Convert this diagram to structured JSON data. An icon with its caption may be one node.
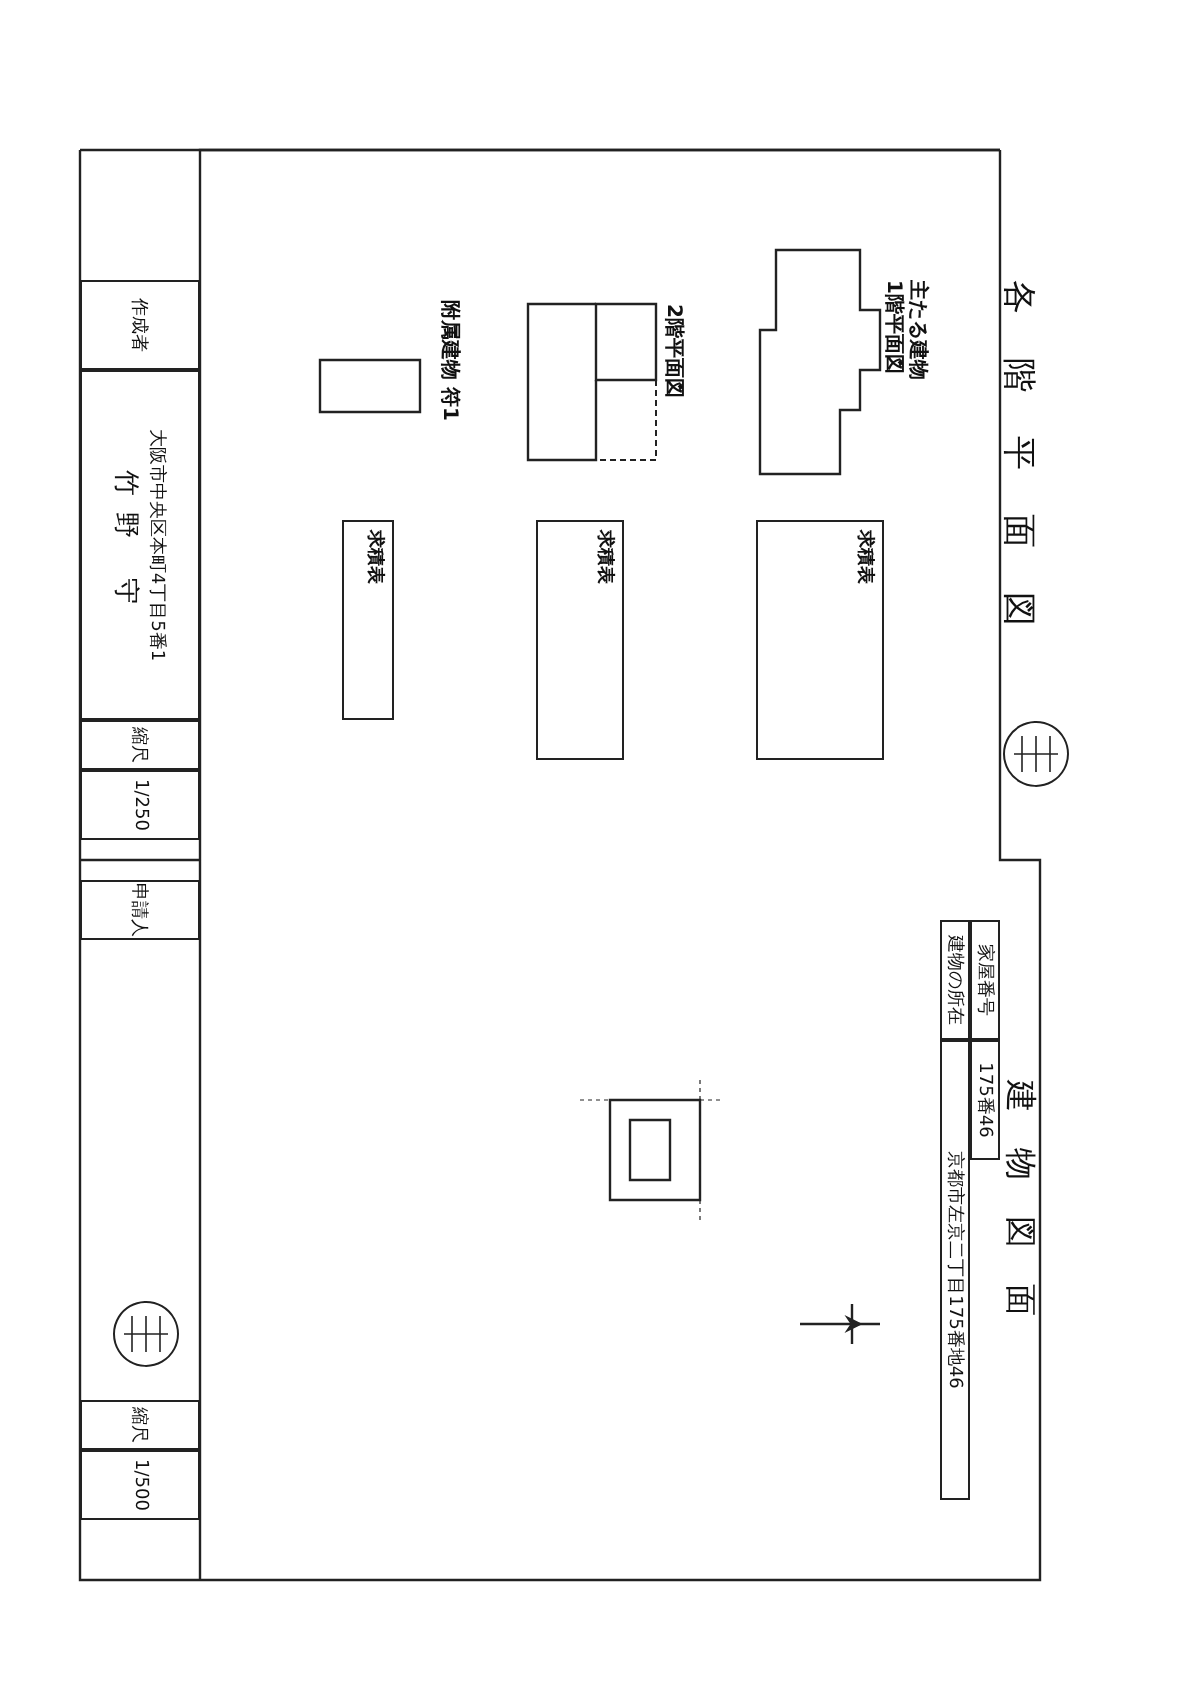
{
  "diagram": {
    "title": "各階平面図",
    "nodes": [
      {
        "text": [
          "家屋番号"
        ]
      },
      {
        "text": [
          "175番46"
        ]
      },
      {
        "text": [
          "建物の所在"
        ]
      },
      {
        "text": [
          "京都市左京二丁目175番地46"
        ]
      },
      {
        "text": [
          "作成者"
        ]
      },
      {
        "text": [
          "大阪市中央区本町4丁目5番1",
          "竹野 守"
        ]
      },
      {
        "text": [
          "縮尺"
        ]
      },
      {
        "text": [
          "1/250"
        ]
      },
      {
        "text": [
          "申請人"
        ]
      },
      {
        "text": [
          "縮尺"
        ]
      },
      {
        "text": [
          "1/500"
        ]
      },
      {
        "text": [
          "求積表"
        ]
      },
      {
        "text": [
          "求積表"
        ]
      },
      {
        "text": [
          "求積表"
        ]
      }
    ],
    "labels": [
      "主たる建物",
      "1階平面図",
      "2階平面図",
      "附属建物 符1",
      "建物図面"
    ]
  }
}
